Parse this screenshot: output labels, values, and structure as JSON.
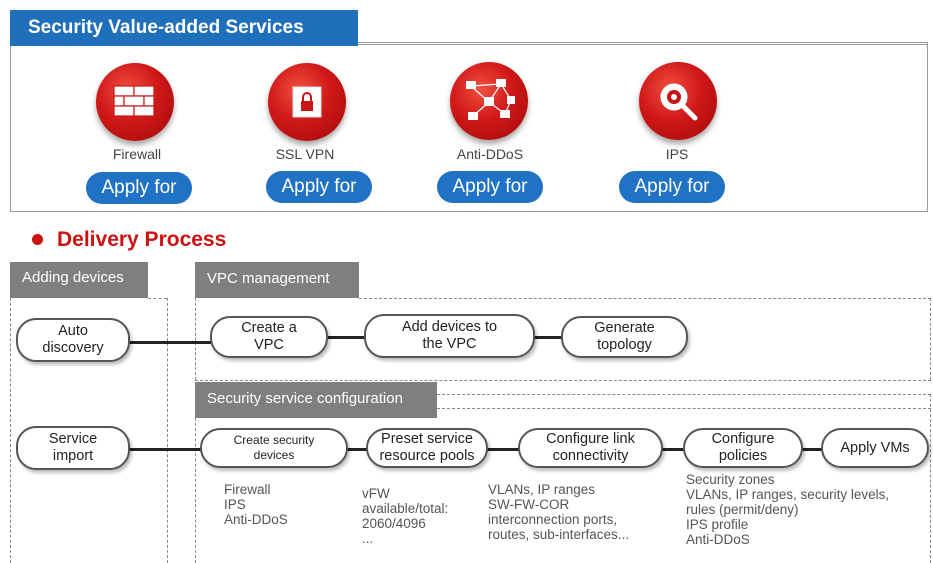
{
  "services": {
    "header": "Security Value-added  Services",
    "items": [
      {
        "label": "Firewall",
        "icon": "firewall-icon",
        "button": "Apply for"
      },
      {
        "label": "SSL VPN",
        "icon": "lock-icon",
        "button": "Apply for"
      },
      {
        "label": "Anti-DDoS",
        "icon": "network-icon",
        "button": "Apply for"
      },
      {
        "label": "IPS",
        "icon": "magnifier-icon",
        "button": "Apply for"
      }
    ]
  },
  "delivery": {
    "title": "Delivery Process",
    "adding_devices": {
      "tab": "Adding devices",
      "nodes": [
        "Auto\ndiscovery",
        "Service\nimport"
      ]
    },
    "vpc": {
      "tab": "VPC management",
      "nodes": [
        "Create a\nVPC",
        "Add devices to\nthe VPC",
        "Generate\ntopology"
      ]
    },
    "security": {
      "tab": "Security service configuration",
      "nodes": [
        "Create security\ndevices",
        "Preset service\nresource pools",
        "Configure link\nconnectivity",
        "Configure\npolicies",
        "Apply VMs"
      ],
      "notes": [
        "Firewall\nIPS\nAnti-DDoS",
        "vFW\navailable/total:\n2060/4096\n...",
        "VLANs, IP ranges\nSW-FW-COR\ninterconnection ports,\nroutes, sub-interfaces...",
        "Security zones\nVLANs, IP ranges, security levels,\nrules (permit/deny)\nIPS profile\nAnti-DDoS"
      ]
    }
  },
  "colors": {
    "brand_blue": "#1f6fba",
    "accent_red": "#cc1111",
    "tab_gray": "#7f7f7f"
  }
}
